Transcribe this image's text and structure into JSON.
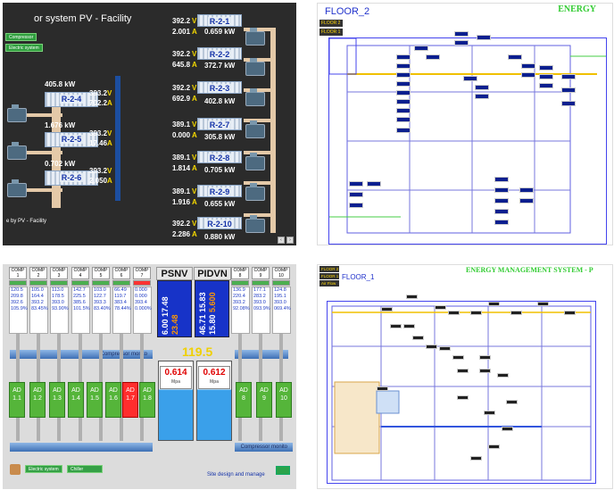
{
  "q1": {
    "title": "or system PV - Facility",
    "buttons": [
      "Compressor",
      "Electric system"
    ],
    "footer": "e by PV - Facility",
    "left_units": [
      {
        "name": "R-2-4",
        "kw": "405.8 kW",
        "v": "393.2",
        "a": "702.2"
      },
      {
        "name": "R-2-5",
        "kw": "1.676 kW",
        "v": "393.2",
        "a": "17.46"
      },
      {
        "name": "R-2-6",
        "kw": "0.702 kW",
        "v": "393.2",
        "a": "2.050"
      }
    ],
    "right_units": [
      {
        "name": "R-2-1",
        "v": "392.2",
        "a": "2.001",
        "kw": "0.659 kW"
      },
      {
        "name": "R-2-2",
        "v": "392.2",
        "a": "645.8",
        "kw": "372.7 kW"
      },
      {
        "name": "R-2-3",
        "v": "392.2",
        "a": "692.9",
        "kw": "402.8 kW"
      },
      {
        "name": "R-2-7",
        "v": "389.1",
        "a": "0.000",
        "kw": "305.8 kW"
      },
      {
        "name": "R-2-8",
        "v": "389.1",
        "a": "1.814",
        "kw": "0.705 kW"
      },
      {
        "name": "R-2-9",
        "v": "389.1",
        "a": "1.916",
        "kw": "0.655 kW"
      },
      {
        "name": "R-2-10",
        "v": "392.2",
        "a": "2.286",
        "kw": "0.880 kW"
      }
    ],
    "unit_v": "V",
    "unit_a": "A"
  },
  "q2": {
    "floor": "FLOOR_2",
    "energy": "ENERGY",
    "tabs": [
      "FLOOR 2",
      "FLOOR 1"
    ]
  },
  "q3": {
    "comp_label": "COMP",
    "comps": [
      {
        "num": "1",
        "vals": [
          "120.5",
          "209.8",
          "392.6",
          "105.9%"
        ]
      },
      {
        "num": "2",
        "vals": [
          "105.0",
          "164.4",
          "393.2",
          "83.45%"
        ]
      },
      {
        "num": "3",
        "vals": [
          "113.0",
          "178.5",
          "393.0",
          "93.90%"
        ]
      },
      {
        "num": "4",
        "vals": [
          "142.7",
          "225.5",
          "385.6",
          "101.5%"
        ]
      },
      {
        "num": "5",
        "vals": [
          "103.0",
          "122.7",
          "393.3",
          "83.40%"
        ]
      },
      {
        "num": "6",
        "vals": [
          "66.49",
          "119.7",
          "383.4",
          "78.44%"
        ]
      },
      {
        "num": "7",
        "vals": [
          "0.000",
          "0.000",
          "393.4",
          "0.000%"
        ]
      }
    ],
    "comps_right": [
      {
        "num": "8",
        "vals": [
          "136.9",
          "220.4",
          "393.2",
          "92.08%"
        ]
      },
      {
        "num": "9",
        "vals": [
          "177.1",
          "283.2",
          "393.0",
          "093.9%"
        ]
      },
      {
        "num": "10",
        "vals": [
          "124.8",
          "195.1",
          "393.0",
          "069.4%"
        ]
      }
    ],
    "psnv": {
      "title": "PSNV",
      "nums": [
        "6.00",
        "17.48",
        "23.48"
      ]
    },
    "pidvn": {
      "title": "PIDVN",
      "nums": [
        "46.71",
        "15.83",
        "15.80",
        "5.600"
      ]
    },
    "monitor_label": "Compressor monito",
    "big_value": "119.5",
    "ad_left": [
      "AD\n1.1",
      "AD\n1.2",
      "AD\n1.3",
      "AD\n1.4",
      "AD\n1.5",
      "AD\n1.6",
      "AD\n1.7",
      "AD\n1.8"
    ],
    "ad_right": [
      "AD\n8",
      "AD\n9",
      "AD\n10"
    ],
    "gauge_left": {
      "value": "0.614",
      "unit": "Mpa"
    },
    "gauge_right": {
      "value": "0.612",
      "unit": "Mpa"
    },
    "electric_btn": "Electric system",
    "chiller_btn": "Chiller",
    "site": "Site design and manage"
  },
  "q4": {
    "floor": "FLOOR_1",
    "energy": "ENERGY MANAGEMENT SYSTEM - P",
    "tabs": [
      "FLOOR 2",
      "FLOOR 1",
      "Air Flow"
    ]
  }
}
